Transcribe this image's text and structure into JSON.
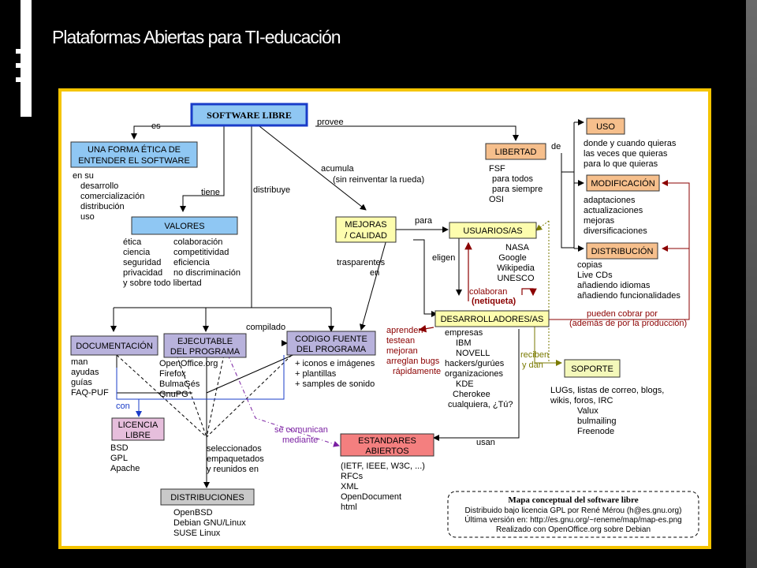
{
  "slide": {
    "title": "Plataformas Abiertas para TI-educación"
  },
  "nodes": {
    "software_libre": "SOFTWARE LIBRE",
    "etica": [
      "UNA FORMA ÉTICA DE",
      "ENTENDER EL SOFTWARE"
    ],
    "valores": "VALORES",
    "libertad": "LIBERTAD",
    "uso": "USO",
    "modificacion": "MODIFICACIÓN",
    "distribucion": "DISTRIBUCIÓN",
    "mejoras": [
      "MEJORAS",
      "/ CALIDAD"
    ],
    "usuarios": "USUARIOS/AS",
    "desarrolladores": "DESARROLLADORES/AS",
    "documentacion": "DOCUMENTACIÓN",
    "ejecutable": [
      "EJECUTABLE",
      "DEL PROGRAMA"
    ],
    "codigo": [
      "CODIGO FUENTE",
      "DEL PROGRAMA"
    ],
    "licencia": [
      "LICENCIA",
      "LIBRE"
    ],
    "estandares": [
      "ESTANDARES",
      "ABIERTOS"
    ],
    "distribuciones": "DISTRIBUCIONES",
    "soporte": "SOPORTE"
  },
  "links": {
    "es": "es",
    "provee": "provee",
    "de": "de",
    "tiene": "tiene",
    "distribuye": "distribuye",
    "acumula": [
      "acumula",
      "(sin reinventar la rueda)"
    ],
    "para": "para",
    "eligen": "eligen",
    "trasparentes": [
      "trasparentes",
      "en"
    ],
    "compilado": "compilado",
    "con": "con",
    "colaboran": "colaboran",
    "netiqueta": "(netiqueta)",
    "reciben": [
      "reciben",
      "y dan"
    ],
    "usan": "usan",
    "se_comunican": [
      "se comunican",
      "mediante"
    ],
    "cobrar": [
      "pueden cobrar por",
      "(además de por la producción)"
    ],
    "aprenden": [
      "aprenden",
      "testean",
      "mejoran",
      "arreglan bugs",
      "rápidamente"
    ],
    "seleccionados": [
      "seleccionados",
      "empaquetados",
      "y reunidos en"
    ]
  },
  "lists": {
    "etica": [
      "en su",
      "desarrollo",
      "comercialización",
      "distribución",
      "uso"
    ],
    "valores_a": [
      "ética",
      "ciencia",
      "seguridad",
      "privacidad",
      "y sobre todo libertad"
    ],
    "valores_b": [
      "colaboración",
      "competitividad",
      "eficiencia",
      "no discriminación"
    ],
    "libertad": [
      "FSF",
      "para todos",
      "para siempre",
      "OSI"
    ],
    "uso": [
      "donde y cuando quieras",
      "las veces que quieras",
      "para lo que quieras"
    ],
    "modificacion": [
      "adaptaciones",
      "actualizaciones",
      "mejoras",
      "diversificaciones"
    ],
    "distribucion": [
      "copias",
      "Live CDs",
      "añadiendo idiomas",
      "añadiendo funcionalidades"
    ],
    "usuarios": [
      "NASA",
      "Google",
      "Wikipedia",
      "UNESCO"
    ],
    "desarrolladores": [
      "empresas",
      "IBM",
      "NOVELL",
      "hackers/gurúes",
      "organizaciones",
      "KDE",
      "Cherokee",
      "cualquiera, ¿Tú?"
    ],
    "documentacion": [
      "man",
      "ayudas",
      "guías",
      "FAQ-PUF"
    ],
    "ejecutable": [
      "OpenOffice.org",
      "Firefox",
      "BulmaGés",
      "GnuPG"
    ],
    "codigo": [
      "+ iconos e imágenes",
      "+ plantillas",
      "+ samples de sonido"
    ],
    "licencia": [
      "BSD",
      "GPL",
      "Apache"
    ],
    "estandares": [
      "(IETF, IEEE, W3C, ...)",
      "RFCs",
      "XML",
      "OpenDocument",
      "html"
    ],
    "distribuciones": [
      "OpenBSD",
      "Debian GNU/Linux",
      "SUSE Linux"
    ],
    "soporte": [
      "LUGs, listas de correo, blogs,",
      "wikis, foros, IRC",
      "Valux",
      "bulmailing",
      "Freenode"
    ]
  },
  "legend": {
    "title": "Mapa conceptual del software libre",
    "line1": "Distribuido bajo licencia GPL por René Mérou (h@es.gnu.org)",
    "line2": "Última versión en: http://es.gnu.org/~reneme/map/map-es.png",
    "line3": "Realizado con OpenOffice.org sobre Debian"
  },
  "colors": {
    "frame": "#f5c400",
    "blue_box": "#8fc7f3",
    "orange_box": "#f6bf8c",
    "yellow_box": "#fdfdae",
    "purple_box": "#b8b2dc",
    "pink_box": "#e6bedc",
    "red_box": "#f47f7f",
    "gray_box": "#c9c9c9",
    "green_box": "#f4f8ba"
  }
}
